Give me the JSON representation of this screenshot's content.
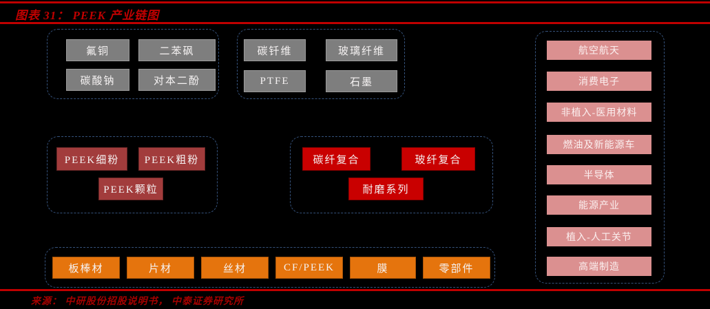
{
  "figure": {
    "title": "图表 31： PEEK 产业链图",
    "source": "来源： 中研股份招股说明书， 中泰证券研究所"
  },
  "colors": {
    "background": "#000000",
    "accent_red_lines_title": "#C00000",
    "source_text_red": "#A40000",
    "raw_material_gray": "#7E7E7E",
    "resin_dark_red": "#A23C3C",
    "composite_bright_red": "#C90000",
    "product_orange": "#E5740D",
    "application_pink": "#DB9090",
    "dashed_border_navy": "#35527C"
  },
  "groups": {
    "raw_chemicals": {
      "items": [
        "氟铜",
        "二苯砜",
        "碳酸钠",
        "对本二酚"
      ]
    },
    "fillers": {
      "items": [
        "碳钎维",
        "玻璃纤维",
        "PTFE",
        "石墨"
      ]
    },
    "peek_resin": {
      "items": [
        "PEEK细粉",
        "PEEK粗粉",
        "PEEK颗粒"
      ]
    },
    "composites": {
      "items": [
        "碳纤复合",
        "玻纤复合",
        "耐磨系列"
      ]
    },
    "products": {
      "items": [
        "板棒材",
        "片材",
        "丝材",
        "CF/PEEK",
        "膜",
        "零部件"
      ]
    },
    "applications": {
      "items": [
        "航空航天",
        "消费电子",
        "非植入-医用材料",
        "燃油及新能源车",
        "半导体",
        "能源产业",
        "植入-人工关节",
        "高端制造"
      ]
    }
  }
}
